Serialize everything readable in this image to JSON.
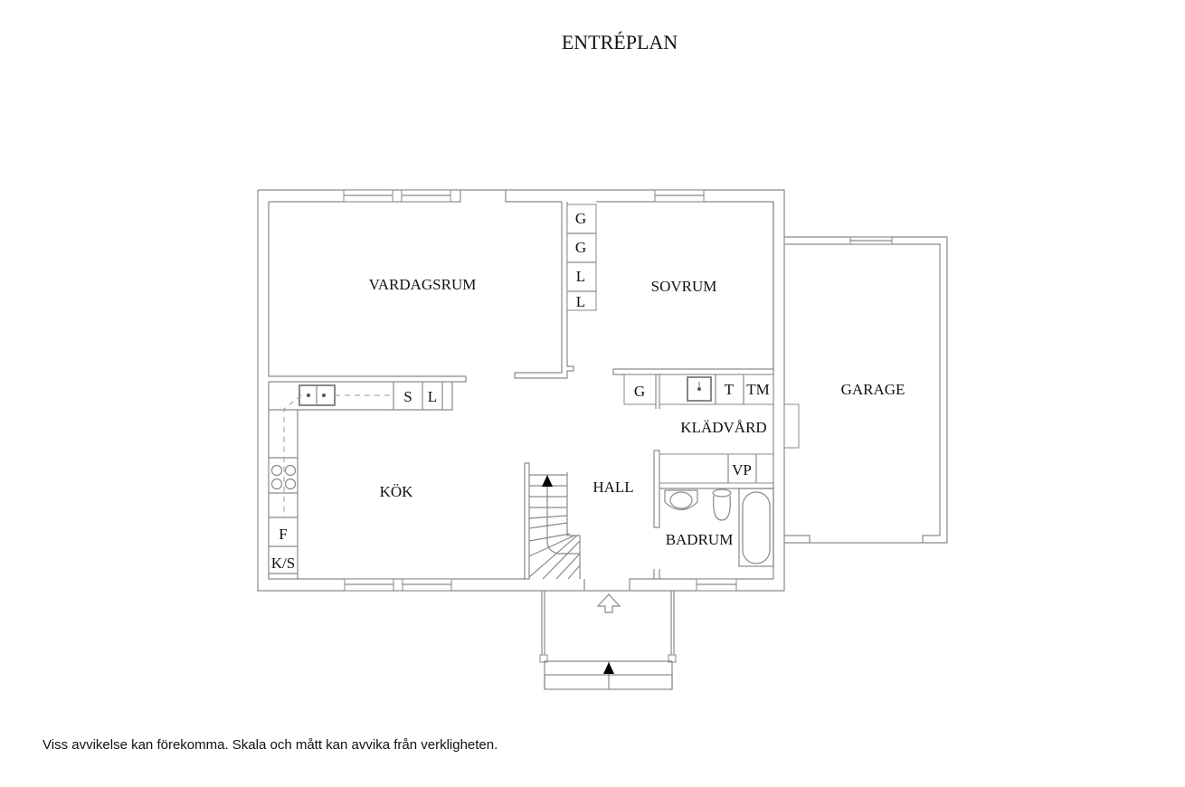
{
  "title": "ENTRÉPLAN",
  "disclaimer": "Viss avvikelse kan förekomma. Skala och mått kan avvika från verkligheten.",
  "rooms": {
    "vardagsrum": "VARDAGSRUM",
    "sovrum": "SOVRUM",
    "kok": "KÖK",
    "hall": "HALL",
    "kladvard": "KLÄDVÅRD",
    "badrum": "BADRUM",
    "garage": "GARAGE"
  },
  "fixtures": {
    "wardrobe_1": "G",
    "wardrobe_2": "G",
    "linen_1": "L",
    "linen_2": "L",
    "kitchen_s": "S",
    "kitchen_l": "L",
    "fridge": "F",
    "fridge_freezer": "K/S",
    "hall_wardrobe": "G",
    "dryer": "T",
    "washer": "TM",
    "water_heater": "VP"
  },
  "colors": {
    "wall": "#8a8a8a",
    "text": "#111111",
    "background": "#ffffff"
  }
}
